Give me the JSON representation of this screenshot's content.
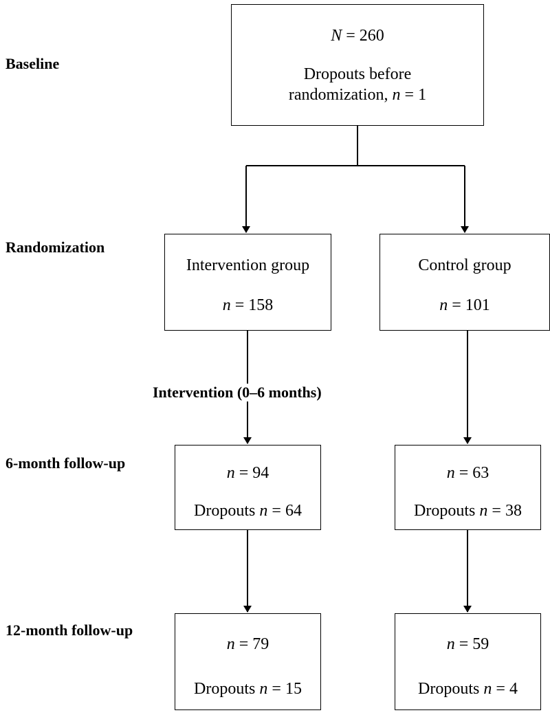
{
  "stages": {
    "baseline": "Baseline",
    "randomization": "Randomization",
    "followup_6": "6-month follow-up",
    "followup_12": "12-month follow-up"
  },
  "intervention_period": "Intervention (0–6 months)",
  "baseline_box": {
    "total_symbol": "N",
    "total_value": "260",
    "dropouts_label_line1": "Dropouts before",
    "dropouts_label_line2": "randomization,",
    "dropouts_symbol": "n",
    "dropouts_value": "1"
  },
  "intervention": {
    "group_label": "Intervention group",
    "randomized_n": "158",
    "month6_n": "94",
    "month6_dropouts": "64",
    "month12_n": "79",
    "month12_dropouts": "15"
  },
  "control": {
    "group_label": "Control group",
    "randomized_n": "101",
    "month6_n": "63",
    "month6_dropouts": "38",
    "month12_n": "59",
    "month12_dropouts": "4"
  },
  "labels": {
    "n_symbol": "n",
    "equals": " = ",
    "dropouts_word": "Dropouts "
  }
}
